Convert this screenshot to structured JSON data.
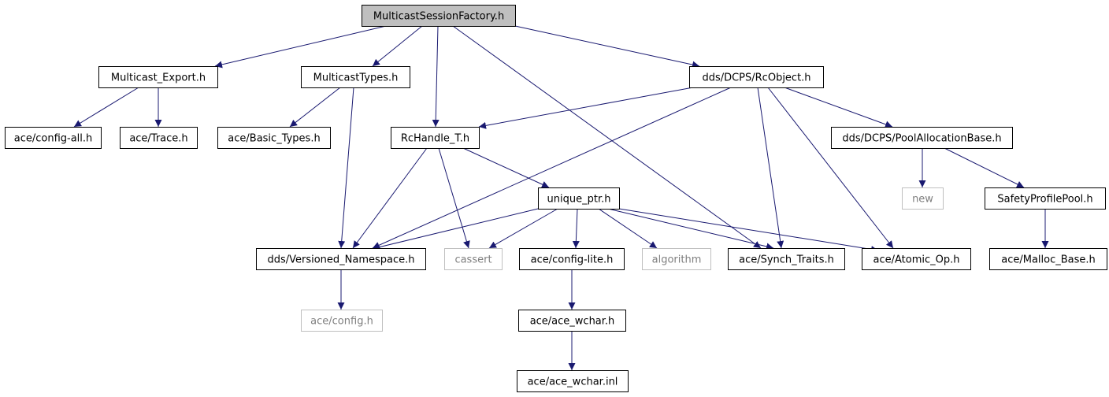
{
  "colors": {
    "edge": "#191970",
    "root_fill": "#bfbfbf",
    "node_fill": "#ffffff",
    "node_border": "#000000",
    "missing_border": "#bfbfbf",
    "missing_text": "#7f7f7f"
  },
  "nodes": [
    {
      "id": "root",
      "label": "MulticastSessionFactory.h",
      "kind": "root"
    },
    {
      "id": "export",
      "label": "Multicast_Export.h",
      "kind": "file"
    },
    {
      "id": "types",
      "label": "MulticastTypes.h",
      "kind": "file"
    },
    {
      "id": "rcobject",
      "label": "dds/DCPS/RcObject.h",
      "kind": "file"
    },
    {
      "id": "configall",
      "label": "ace/config-all.h",
      "kind": "file"
    },
    {
      "id": "trace",
      "label": "ace/Trace.h",
      "kind": "file"
    },
    {
      "id": "basictypes",
      "label": "ace/Basic_Types.h",
      "kind": "file"
    },
    {
      "id": "rchandle",
      "label": "RcHandle_T.h",
      "kind": "file"
    },
    {
      "id": "poolalloc",
      "label": "dds/DCPS/PoolAllocationBase.h",
      "kind": "file"
    },
    {
      "id": "uniqueptr",
      "label": "unique_ptr.h",
      "kind": "file"
    },
    {
      "id": "new",
      "label": "new",
      "kind": "missing"
    },
    {
      "id": "safetypool",
      "label": "SafetyProfilePool.h",
      "kind": "file"
    },
    {
      "id": "versioned",
      "label": "dds/Versioned_Namespace.h",
      "kind": "file"
    },
    {
      "id": "cassert",
      "label": "cassert",
      "kind": "missing"
    },
    {
      "id": "configlite",
      "label": "ace/config-lite.h",
      "kind": "file"
    },
    {
      "id": "algorithm",
      "label": "algorithm",
      "kind": "missing"
    },
    {
      "id": "synch",
      "label": "ace/Synch_Traits.h",
      "kind": "file"
    },
    {
      "id": "atomic",
      "label": "ace/Atomic_Op.h",
      "kind": "file"
    },
    {
      "id": "mallocbase",
      "label": "ace/Malloc_Base.h",
      "kind": "file"
    },
    {
      "id": "config",
      "label": "ace/config.h",
      "kind": "missing"
    },
    {
      "id": "acewchar",
      "label": "ace/ace_wchar.h",
      "kind": "file"
    },
    {
      "id": "acewcharinl",
      "label": "ace/ace_wchar.inl",
      "kind": "file"
    }
  ],
  "edges": [
    [
      "root",
      "export"
    ],
    [
      "root",
      "types"
    ],
    [
      "root",
      "rchandle"
    ],
    [
      "root",
      "synch"
    ],
    [
      "root",
      "rcobject"
    ],
    [
      "export",
      "configall"
    ],
    [
      "export",
      "trace"
    ],
    [
      "types",
      "basictypes"
    ],
    [
      "types",
      "versioned"
    ],
    [
      "rcobject",
      "rchandle"
    ],
    [
      "rcobject",
      "versioned"
    ],
    [
      "rcobject",
      "synch"
    ],
    [
      "rcobject",
      "atomic"
    ],
    [
      "rcobject",
      "poolalloc"
    ],
    [
      "rchandle",
      "versioned"
    ],
    [
      "rchandle",
      "cassert"
    ],
    [
      "rchandle",
      "uniqueptr"
    ],
    [
      "uniqueptr",
      "versioned"
    ],
    [
      "uniqueptr",
      "cassert"
    ],
    [
      "uniqueptr",
      "configlite"
    ],
    [
      "uniqueptr",
      "algorithm"
    ],
    [
      "uniqueptr",
      "synch"
    ],
    [
      "uniqueptr",
      "atomic"
    ],
    [
      "poolalloc",
      "new"
    ],
    [
      "poolalloc",
      "safetypool"
    ],
    [
      "safetypool",
      "mallocbase"
    ],
    [
      "versioned",
      "config"
    ],
    [
      "configlite",
      "acewchar"
    ],
    [
      "acewchar",
      "acewcharinl"
    ]
  ]
}
